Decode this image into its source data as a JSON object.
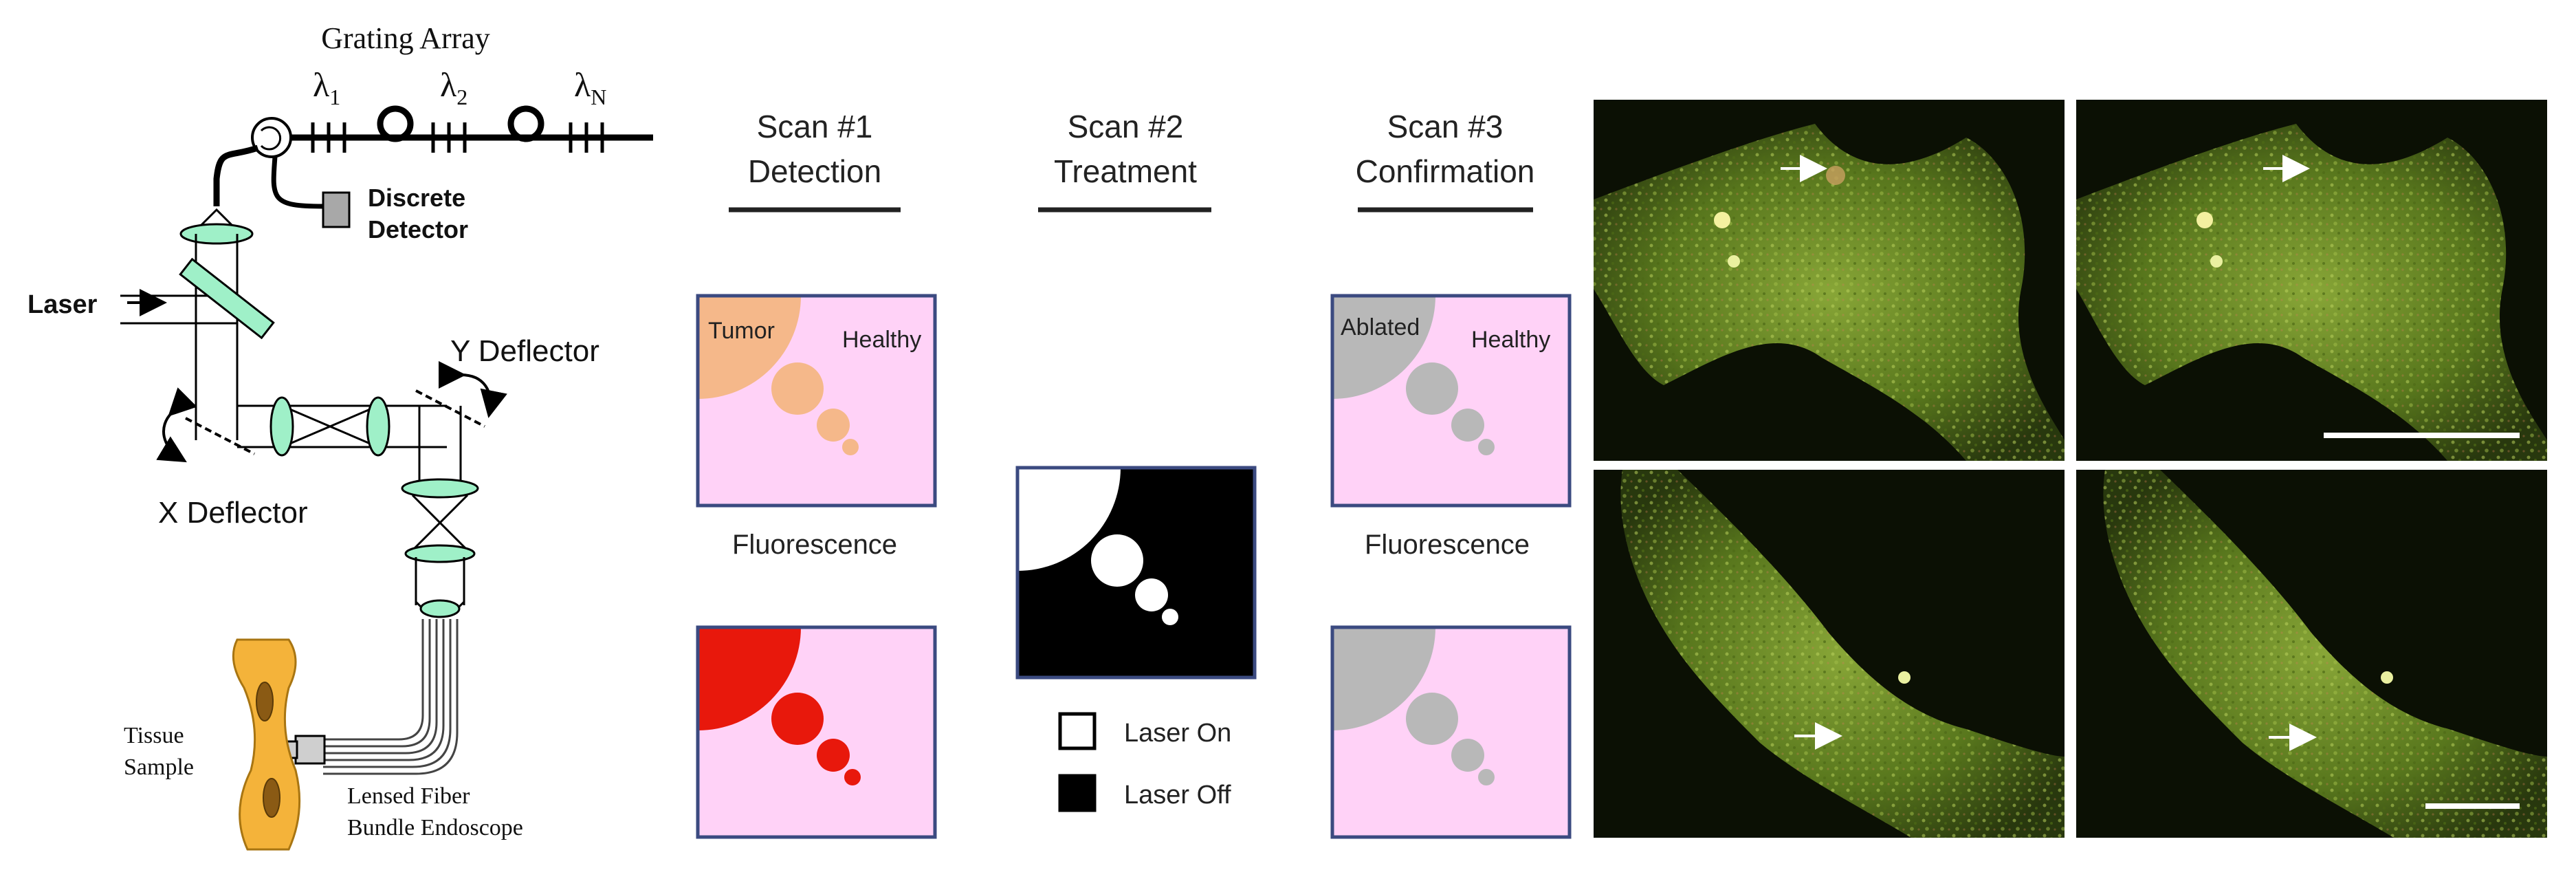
{
  "setup": {
    "grating_array_label": "Grating Array",
    "wavelengths": [
      {
        "sym": "λ",
        "sub": "1"
      },
      {
        "sym": "λ",
        "sub": "2"
      },
      {
        "sym": "λ",
        "sub": "N"
      }
    ],
    "discrete_detector_line1": "Discrete",
    "discrete_detector_line2": "Detector",
    "laser_label": "Laser",
    "y_deflector_label": "Y Deflector",
    "x_deflector_label": "X Deflector",
    "tissue_label_line1": "Tissue",
    "tissue_label_line2": "Sample",
    "endoscope_label_line1": "Lensed Fiber",
    "endoscope_label_line2": "Bundle Endoscope"
  },
  "scans": [
    {
      "title": "Scan #1",
      "subtitle": "Detection"
    },
    {
      "title": "Scan #2",
      "subtitle": "Treatment"
    },
    {
      "title": "Scan #3",
      "subtitle": "Confirmation"
    }
  ],
  "scan1": {
    "tumor_label": "Tumor",
    "healthy_label": "Healthy",
    "fluorescence_label": "Fluorescence"
  },
  "scan3": {
    "ablated_label": "Ablated",
    "healthy_label": "Healthy",
    "fluorescence_label": "Fluorescence"
  },
  "legend": {
    "laser_on": "Laser On",
    "laser_off": "Laser Off"
  },
  "colors": {
    "panel_bg": "#ffd2f7",
    "panel_border": "#3b4a80",
    "tumor": "#f5b88a",
    "tumor_red": "#e8180c",
    "ablated": "#b8b8b8",
    "optic_green": "#9ff0c8",
    "tissue_orange": "#f4b33a"
  },
  "micrographs": {
    "count": 4,
    "description_icons": [
      "arrow-icon",
      "scale-bar"
    ]
  }
}
